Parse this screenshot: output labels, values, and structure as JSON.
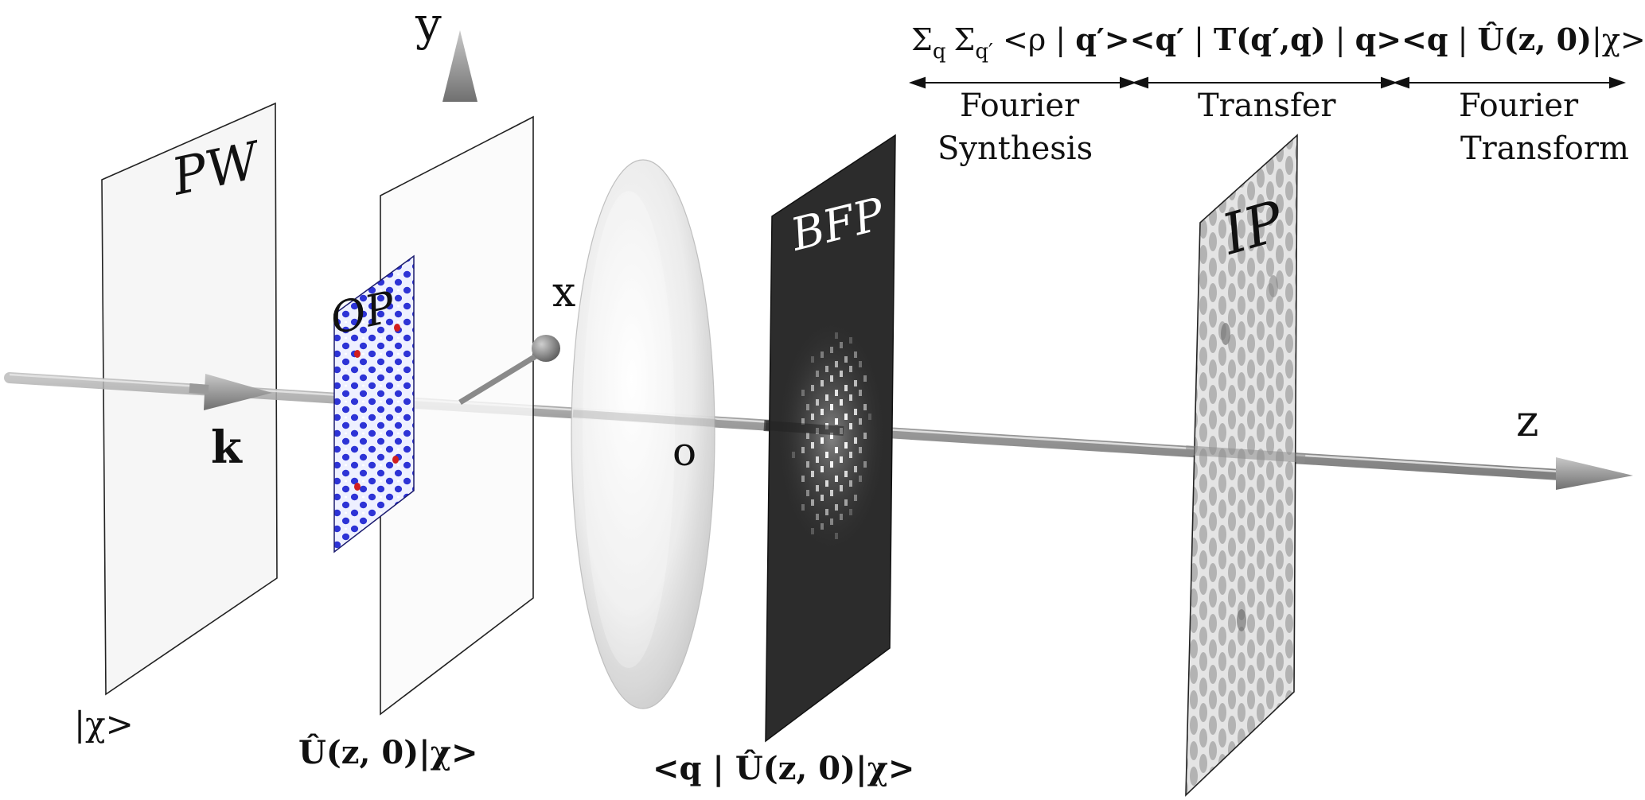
{
  "axes": {
    "x_label": "x",
    "y_label": "y",
    "z_label": "z",
    "origin_label": "o",
    "k_label": "k"
  },
  "planes": {
    "pw_label": "PW",
    "op_label": "OP",
    "bfp_label": "BFP",
    "ip_label": "IP"
  },
  "states": {
    "pw_state": "|χ>",
    "op_state": "Û(z, 0)|χ>",
    "bfp_state": "<q | Û(z, 0)|χ>"
  },
  "equation": {
    "sum_q": "Σ",
    "sub_q": "q",
    "sum_q2": "Σ",
    "sub_q2": "q′",
    "part1": " <ρ | ",
    "part2": "q′",
    "part3": "><",
    "part4": "q′",
    "part5": " | ",
    "part6": "T(q′,q)",
    "part7": " | ",
    "part8": "q",
    "part9": "><",
    "part10": "q",
    "part11": " | ",
    "part12": "Û(z, 0)",
    "part13": "|χ>"
  },
  "brackets": {
    "fourier_synthesis_line1": "Fourier",
    "fourier_synthesis_line2": "Synthesis",
    "transfer": "Transfer",
    "fourier_transform_line1": "Fourier",
    "fourier_transform_line2": "Transform"
  },
  "colors": {
    "lattice_blue": "#2d33d6",
    "defect_red": "#d21e1e",
    "bfp_dark": "#2c2c2c",
    "axis_gray": "#8a8a8a"
  }
}
